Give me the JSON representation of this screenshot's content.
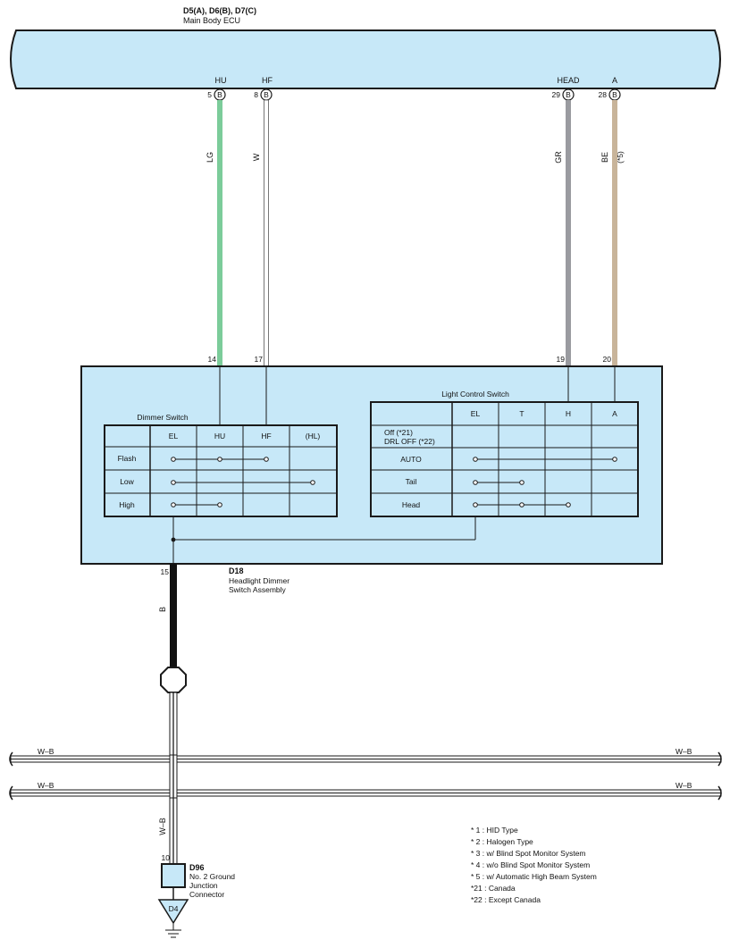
{
  "ecu": {
    "connector_ids": "D5(A), D6(B), D7(C)",
    "name": "Main Body ECU",
    "terminals": [
      {
        "signal": "HU",
        "pin": "5",
        "conn": "B"
      },
      {
        "signal": "HF",
        "pin": "8",
        "conn": "B"
      },
      {
        "signal": "HEAD",
        "pin": "29",
        "conn": "B"
      },
      {
        "signal": "A",
        "pin": "28",
        "conn": "B"
      }
    ]
  },
  "wires": [
    {
      "color_code": "LG",
      "note": "",
      "color": "#7ccc9a"
    },
    {
      "color_code": "W",
      "note": "",
      "color": "#ffffff"
    },
    {
      "color_code": "GR",
      "note": "",
      "color": "#9a9ba0"
    },
    {
      "color_code": "BE",
      "note": "(*5)",
      "color": "#c8b49a"
    }
  ],
  "switch_pins": [
    "14",
    "17",
    "19",
    "20"
  ],
  "assembly": {
    "id": "D18",
    "name_line1": "Headlight Dimmer",
    "name_line2": "Switch Assembly",
    "ground_pin": "15",
    "ground_wire": "B"
  },
  "dimmer_switch": {
    "title": "Dimmer Switch",
    "columns": [
      "EL",
      "HU",
      "HF",
      "(HL)"
    ],
    "rows": [
      "Flash",
      "Low",
      "High"
    ]
  },
  "light_control_switch": {
    "title": "Light Control Switch",
    "columns": [
      "EL",
      "T",
      "H",
      "A"
    ],
    "rows": [
      {
        "line1": "Off (*21)",
        "line2": "DRL OFF (*22)"
      },
      {
        "line1": "AUTO",
        "line2": ""
      },
      {
        "line1": "Tail",
        "line2": ""
      },
      {
        "line1": "Head",
        "line2": ""
      }
    ]
  },
  "bus": {
    "left_label": "W–B",
    "right_label": "W–B"
  },
  "ground_wire_code": "W–B",
  "junction": {
    "pin": "10",
    "id": "D96",
    "name_lines": [
      "No.  2 Ground",
      "Junction",
      "Connector"
    ],
    "ground_point": "D4"
  },
  "legend": [
    "* 1 : HID Type",
    "* 2 : Halogen Type",
    "* 3 : w/ Blind Spot Monitor System",
    "* 4 : w/o Blind Spot Monitor System",
    "* 5 : w/ Automatic High Beam System",
    "*21 : Canada",
    "*22 : Except Canada"
  ],
  "colors": {
    "panel": "#c7e8f8",
    "line": "#1a1a1a"
  }
}
